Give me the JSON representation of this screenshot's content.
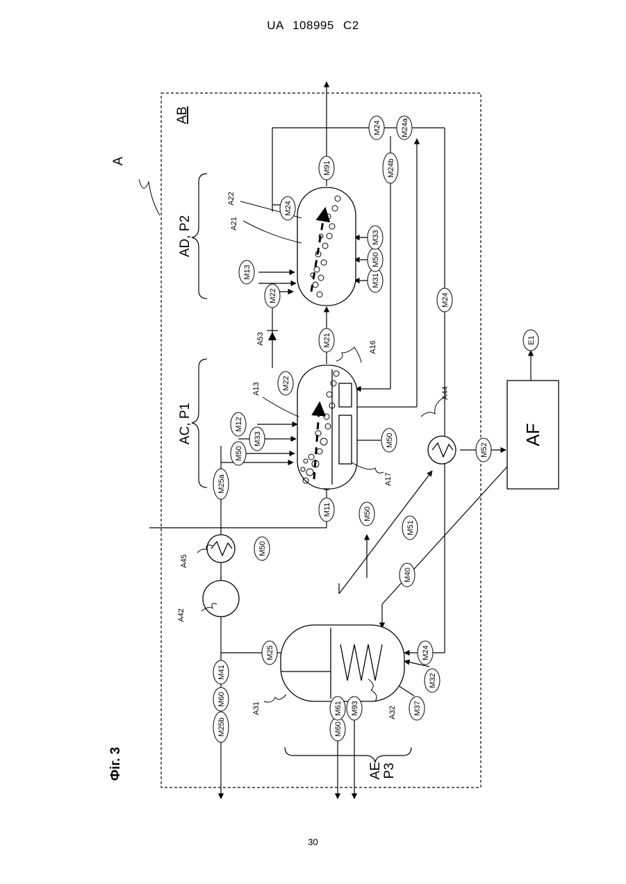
{
  "header": {
    "patent_number": "UA   108995   C2"
  },
  "footer": {
    "page_number": "30"
  },
  "figure": {
    "caption": "Фіг. 3"
  },
  "labels": {
    "system": "A",
    "boundary": "AB",
    "zone_ac": "AC, P1",
    "zone_ad": "AD, P2",
    "zone_ae": "AE",
    "zone_ae_p": "P3",
    "unit_af": "AF",
    "a42": "A42",
    "a45": "A45",
    "a31": "A31",
    "a32": "A32",
    "a13": "A13",
    "a16": "A16",
    "a17": "A17",
    "a21": "A21",
    "a22": "A22",
    "a44": "A44",
    "a53": "A53"
  },
  "markers": {
    "m25b": "M25b",
    "m60": "M60",
    "m41": "M41",
    "m25": "M25",
    "m50_a45": "M50",
    "m25a": "M25a",
    "m11": "M11",
    "m50_ac": "M50",
    "m33_ac": "M33",
    "m12": "M12",
    "m22_ac": "M22",
    "m50_ac_bottom": "M50",
    "m21": "M21",
    "m22_ad": "M22",
    "m13": "M13",
    "m31": "M31",
    "m50_ad": "M50",
    "m33_ad": "M33",
    "m24_ad": "M24",
    "m91": "M91",
    "m24_top": "M24",
    "m24a": "M24a",
    "m24b": "M24b",
    "m24_right": "M24",
    "m52": "M52",
    "e1": "E1",
    "m51": "M51",
    "m50_free": "M50",
    "m40": "M40",
    "m24_ae": "M24",
    "m32": "M32",
    "m37": "M37",
    "m60_bottom": "M60",
    "m61": "M61",
    "m93": "M93"
  }
}
